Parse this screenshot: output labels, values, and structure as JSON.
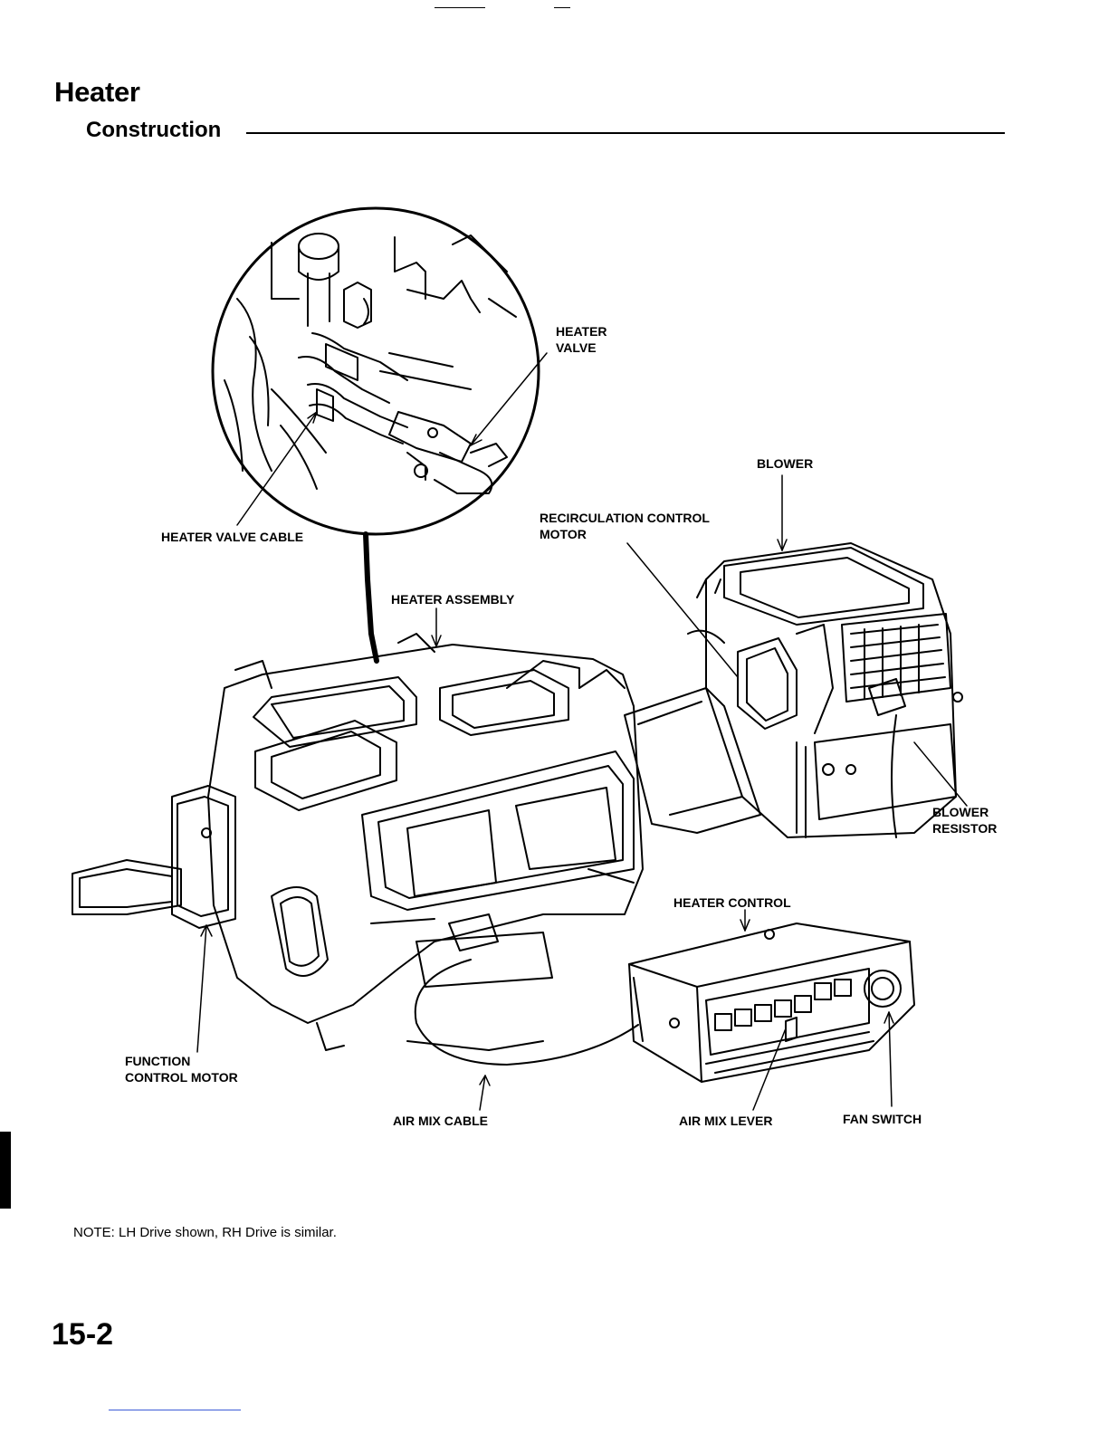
{
  "header": {
    "title": "Heater",
    "subtitle": "Construction"
  },
  "diagram": {
    "callouts": {
      "heater_valve_1": "HEATER",
      "heater_valve_2": "VALVE",
      "heater_valve_cable": "HEATER VALVE CABLE",
      "blower": "BLOWER",
      "recirc_motor_1": "RECIRCULATION CONTROL",
      "recirc_motor_2": "MOTOR",
      "heater_assembly": "HEATER ASSEMBLY",
      "blower_resistor_1": "BLOWER",
      "blower_resistor_2": "RESISTOR",
      "heater_control": "HEATER CONTROL",
      "function_motor_1": "FUNCTION",
      "function_motor_2": "CONTROL MOTOR",
      "air_mix_cable": "AIR MIX CABLE",
      "air_mix_lever": "AIR MIX LEVER",
      "fan_switch": "FAN SWITCH"
    }
  },
  "footer": {
    "note": "NOTE:  LH Drive shown, RH Drive is similar.",
    "page_number": "15-2"
  }
}
